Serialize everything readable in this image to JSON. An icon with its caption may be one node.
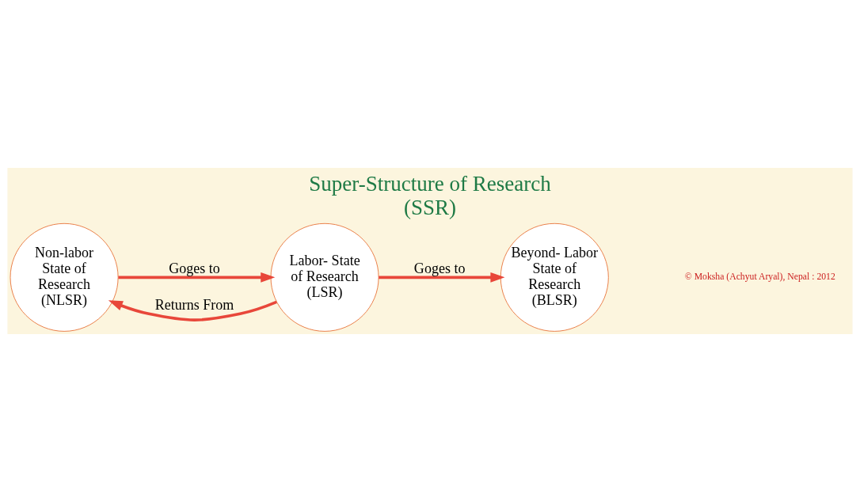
{
  "diagram": {
    "title": "Super-Structure of Research (SSR)",
    "nodes": [
      {
        "text": [
          "Non-labor State of Research (NLSR)"
        ]
      },
      {
        "text": [
          "Labor- State of Research (LSR)"
        ]
      },
      {
        "text": [
          "Beyond- Labor State of Research (BLSR)"
        ]
      }
    ],
    "edges": [
      {
        "from": 1,
        "to": 0,
        "arrow": "to",
        "label": "Returns From"
      },
      {
        "from": 0,
        "to": 1,
        "arrow": "to",
        "label": "Goges to"
      },
      {
        "from": 1,
        "to": 2,
        "arrow": "to",
        "label": "Goges to"
      }
    ],
    "labels": [
      "© Moksha (Achyut Aryal), Nepal : 2012"
    ]
  }
}
